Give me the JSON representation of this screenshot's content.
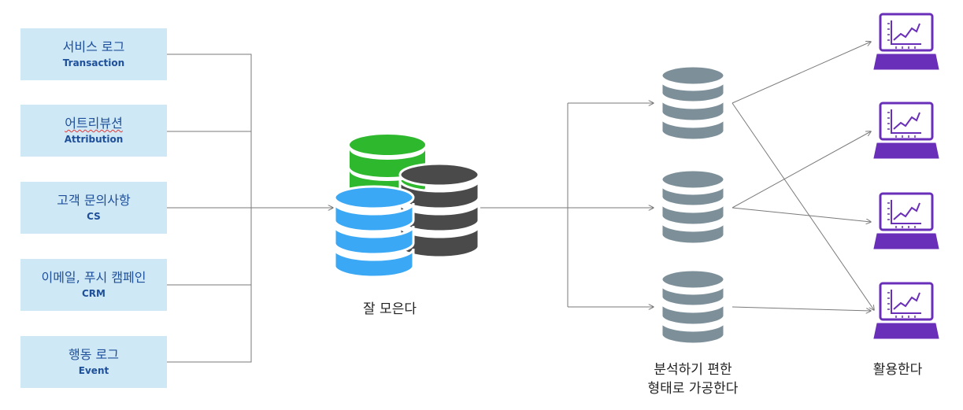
{
  "sources": [
    {
      "ko": "서비스 로그",
      "en": "Transaction"
    },
    {
      "ko": "어트리뷰션",
      "en": "Attribution"
    },
    {
      "ko": "고객 문의사항",
      "en": "CS"
    },
    {
      "ko": "이메일, 푸시 캠페인",
      "en": "CRM"
    },
    {
      "ko": "행동 로그",
      "en": "Event"
    }
  ],
  "labels": {
    "collect": "잘 모은다",
    "process_line1": "분석하기 편한",
    "process_line2": "형태로 가공한다",
    "use": "활용한다"
  },
  "colors": {
    "source_bg": "#cfe8f5",
    "source_text": "#1e4f9a",
    "db_green": "#2db82d",
    "db_dark": "#4a4a4a",
    "db_blue": "#3aa8f5",
    "db_gray": "#7d8f99",
    "laptop": "#6a2fb8",
    "line": "#7a7a7a"
  },
  "icons": {
    "collect_db": "database-stack-icon",
    "processed_db": "database-icon",
    "output": "laptop-chart-icon"
  }
}
